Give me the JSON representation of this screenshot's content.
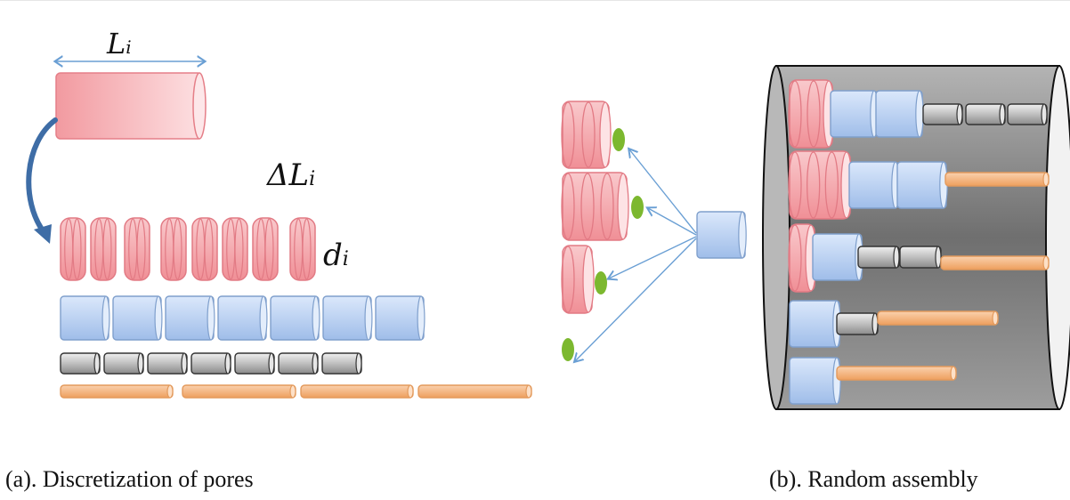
{
  "symbols": {
    "length": "L",
    "length_sub": "i",
    "delta_length": "ΔL",
    "delta_length_sub": "i",
    "diameter": "d",
    "diameter_sub": "i"
  },
  "captions": {
    "a": "(a). Discretization of pores",
    "b": "(b). Random assembly"
  },
  "colors": {
    "pink": "#f7b8bc",
    "blue": "#bcd4f3",
    "gray": "#c8c8c8",
    "orange": "#f6b884",
    "green": "#7cb82f",
    "arrow": "#6a9fd4",
    "curved_arrow": "#3e6da6",
    "cylinder": "#8e8e8e"
  }
}
